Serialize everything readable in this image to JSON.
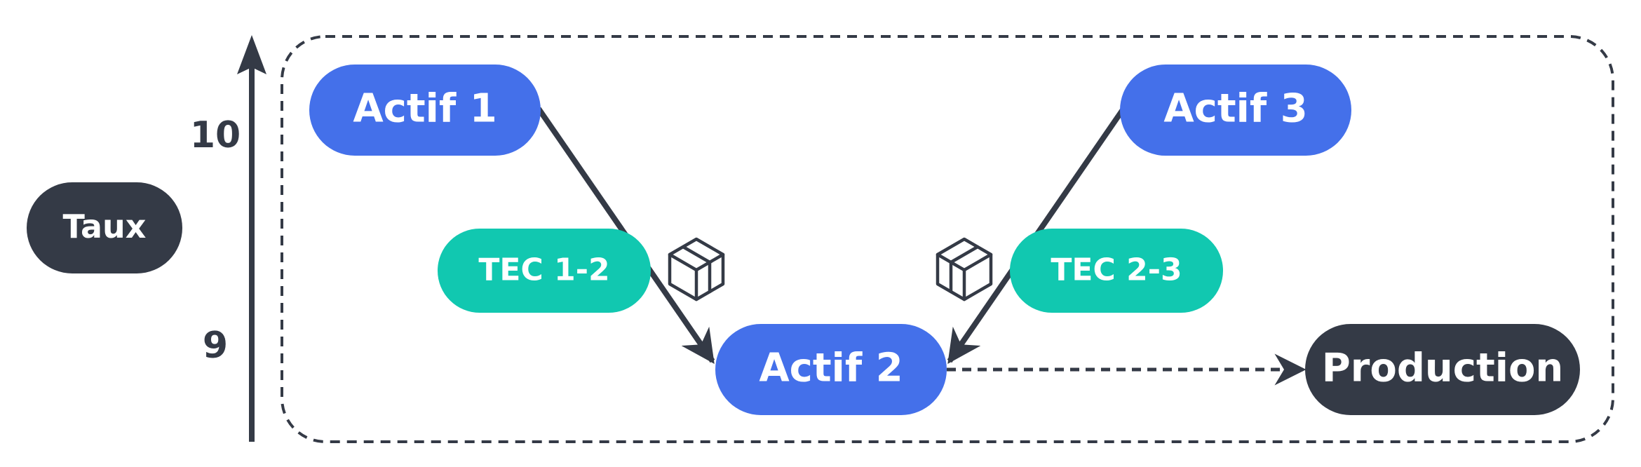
{
  "axis": {
    "tick_high": "10",
    "tick_low": "9"
  },
  "nodes": {
    "taux": "Taux",
    "actif1": "Actif 1",
    "actif2": "Actif 2",
    "actif3": "Actif 3",
    "tec12": "TEC 1-2",
    "tec23": "TEC 2-3",
    "production": "Production"
  },
  "icons": {
    "package": "package-icon"
  },
  "colors": {
    "actif": "#4470ea",
    "tec": "#11c8b0",
    "dark": "#343a46",
    "text": "#ffffff"
  }
}
